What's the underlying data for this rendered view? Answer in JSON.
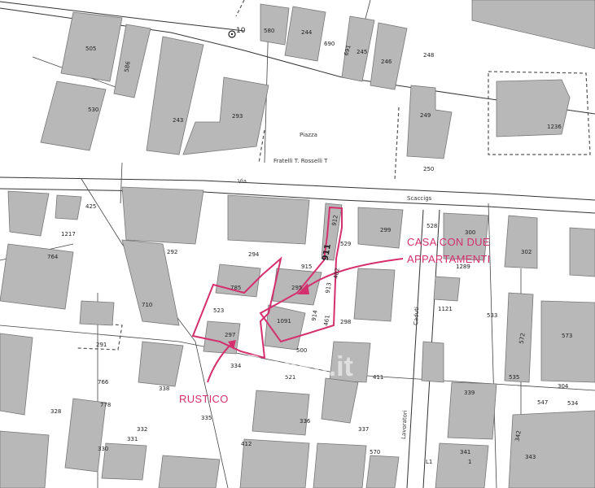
{
  "parcels": [
    "505",
    "586",
    "530",
    "243",
    "293",
    "580",
    "244",
    "690",
    "691",
    "245",
    "246",
    "248",
    "249",
    "250",
    "1236",
    "10",
    "425",
    "1217",
    "764",
    "292",
    "294",
    "915",
    "295",
    "1091",
    "523",
    "785",
    "297",
    "334",
    "710",
    "291",
    "766",
    "778",
    "328",
    "332",
    "331",
    "330",
    "338",
    "335",
    "412",
    "500",
    "521",
    "411",
    "336",
    "337",
    "570",
    "529",
    "299",
    "298",
    "911",
    "912",
    "914",
    "913",
    "461",
    "482",
    "528",
    "1289",
    "300",
    "302",
    "1121",
    "533",
    "572",
    "573",
    "535",
    "304",
    "339",
    "547",
    "534",
    "342",
    "341",
    "343",
    "L1",
    "1"
  ],
  "streets": {
    "piazza": "Piazza",
    "fratelli": "Fratelli T. Rosselli T",
    "via": "Via",
    "scaccia": "Scaccigs",
    "lavoratori": "Lavoratori",
    "caduti": "Caduti"
  },
  "annotations": {
    "casa_line1": "CASA CON DUE",
    "casa_line2": "APPARTAMENTI",
    "rustico": "RUSTICO"
  },
  "watermark": "casa.it",
  "colors": {
    "annotation": "#d4306e",
    "building": "#b8b8b8",
    "background": "#ffffff"
  }
}
